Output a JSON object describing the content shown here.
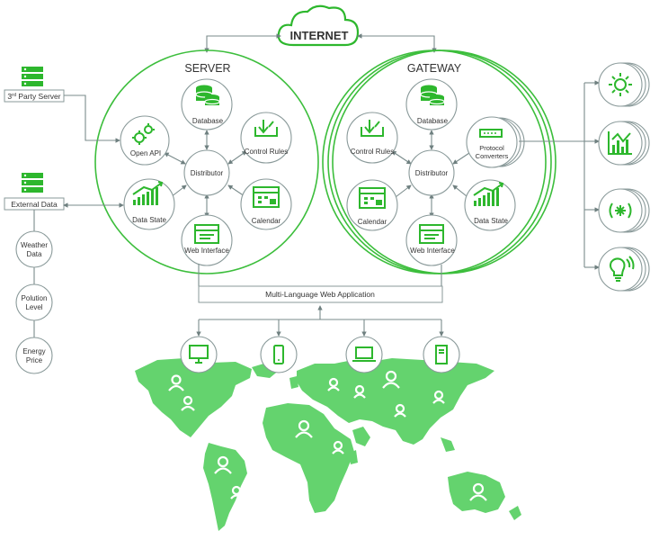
{
  "internet": "INTERNET",
  "server": {
    "title": "SERVER",
    "database": "Database",
    "open_api": "Open API",
    "control_rules": "Control Rules",
    "distributor": "Distributor",
    "data_state": "Data State",
    "calendar": "Calendar",
    "web_interface": "Web Interface"
  },
  "gateway": {
    "title": "GATEWAY",
    "database": "Database",
    "control_rules": "Control Rules",
    "protocol_line1": "Protocol",
    "protocol_line2": "Converters",
    "distributor": "Distributor",
    "calendar": "Calendar",
    "data_state": "Data State",
    "web_interface": "Web Interface"
  },
  "left": {
    "third_party_prefix": "3",
    "third_party_sup": "rd",
    "third_party_rest": " Party Server",
    "external_data": "External Data",
    "weather_line1": "Weather",
    "weather_line2": "Data",
    "polution_line1": "Polution",
    "polution_line2": "Level",
    "energy_line1": "Energy",
    "energy_line2": "Price"
  },
  "web_app": "Multi-Language Web Application",
  "devices": [
    "desktop-icon",
    "phone-icon",
    "laptop-icon",
    "tower-icon"
  ],
  "devices_right": [
    "sun-icon",
    "chart-icon",
    "signal-icon",
    "bulb-icon"
  ],
  "colors": {
    "accent": "#2db72d",
    "map": "#64d36e",
    "line": "#7a8b8b"
  }
}
